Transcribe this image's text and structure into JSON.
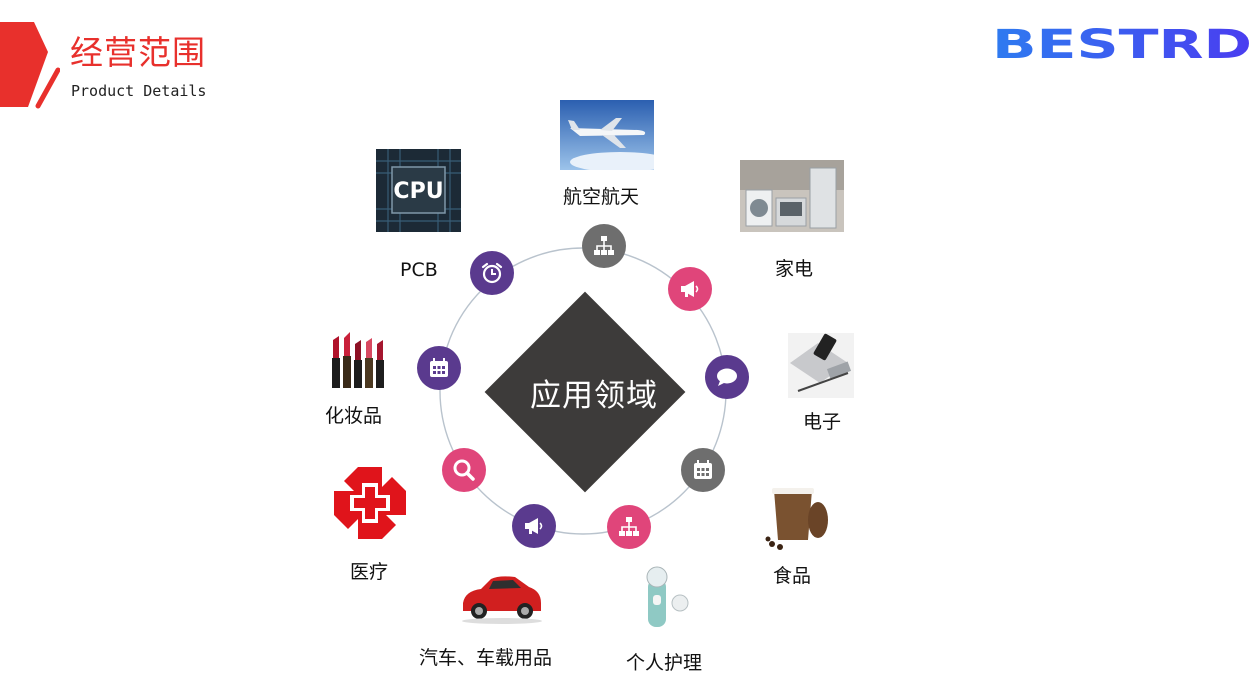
{
  "header": {
    "title": "经营范围",
    "subtitle": "Product Details",
    "logo_text": "BESTRD"
  },
  "hub": {
    "label": "应用领域"
  },
  "categories": [
    {
      "label": "航空航天",
      "icon": "airplane-photo"
    },
    {
      "label": "家电",
      "icon": "appliances-photo"
    },
    {
      "label": "电子",
      "icon": "laptop-photo"
    },
    {
      "label": "食品",
      "icon": "coffee-cup-photo"
    },
    {
      "label": "个人护理",
      "icon": "face-brush-photo"
    },
    {
      "label": "汽车、车载用品",
      "icon": "red-car-photo"
    },
    {
      "label": "医疗",
      "icon": "medical-cross-icon"
    },
    {
      "label": "化妆品",
      "icon": "lipstick-photo"
    },
    {
      "label": "PCB",
      "icon": "cpu-chip-photo"
    }
  ],
  "nodes": [
    {
      "icon": "sitemap-icon",
      "color": "#6e6e6e"
    },
    {
      "icon": "megaphone-icon",
      "color": "#e0457a"
    },
    {
      "icon": "chat-bubble-icon",
      "color": "#5a3a8e"
    },
    {
      "icon": "calendar-icon",
      "color": "#6e6e6e"
    },
    {
      "icon": "sitemap-icon",
      "color": "#e0457a"
    },
    {
      "icon": "megaphone-icon",
      "color": "#5a3a8e"
    },
    {
      "icon": "search-icon",
      "color": "#e0457a"
    },
    {
      "icon": "calendar-icon",
      "color": "#5a3a8e"
    },
    {
      "icon": "alarm-clock-icon",
      "color": "#5a3a8e"
    }
  ],
  "colors": {
    "accent": "#e8302c",
    "logo": "#3d5bf5",
    "hub": "#3d3b3a"
  }
}
